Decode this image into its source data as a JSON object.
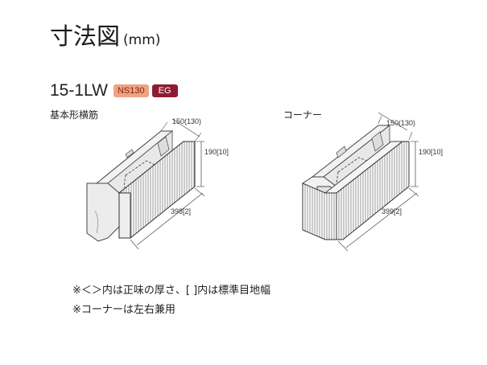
{
  "header": {
    "title": "寸法図",
    "unit": "(mm)"
  },
  "product": {
    "model": "15-1LW",
    "badges": [
      "NS130",
      "EG"
    ],
    "badge_colors": [
      "#f2a183",
      "#8e1b33"
    ]
  },
  "diagrams": [
    {
      "label": "基本形横筋",
      "width": "150(130)",
      "height": "190[10]",
      "length": "398[2]"
    },
    {
      "label": "コーナー",
      "width": "150(130)",
      "height": "190[10]",
      "length": "399[2]"
    }
  ],
  "notes": [
    "※＜＞内は正味の厚さ、[ ]内は標準目地幅",
    "※コーナーは左右兼用"
  ]
}
